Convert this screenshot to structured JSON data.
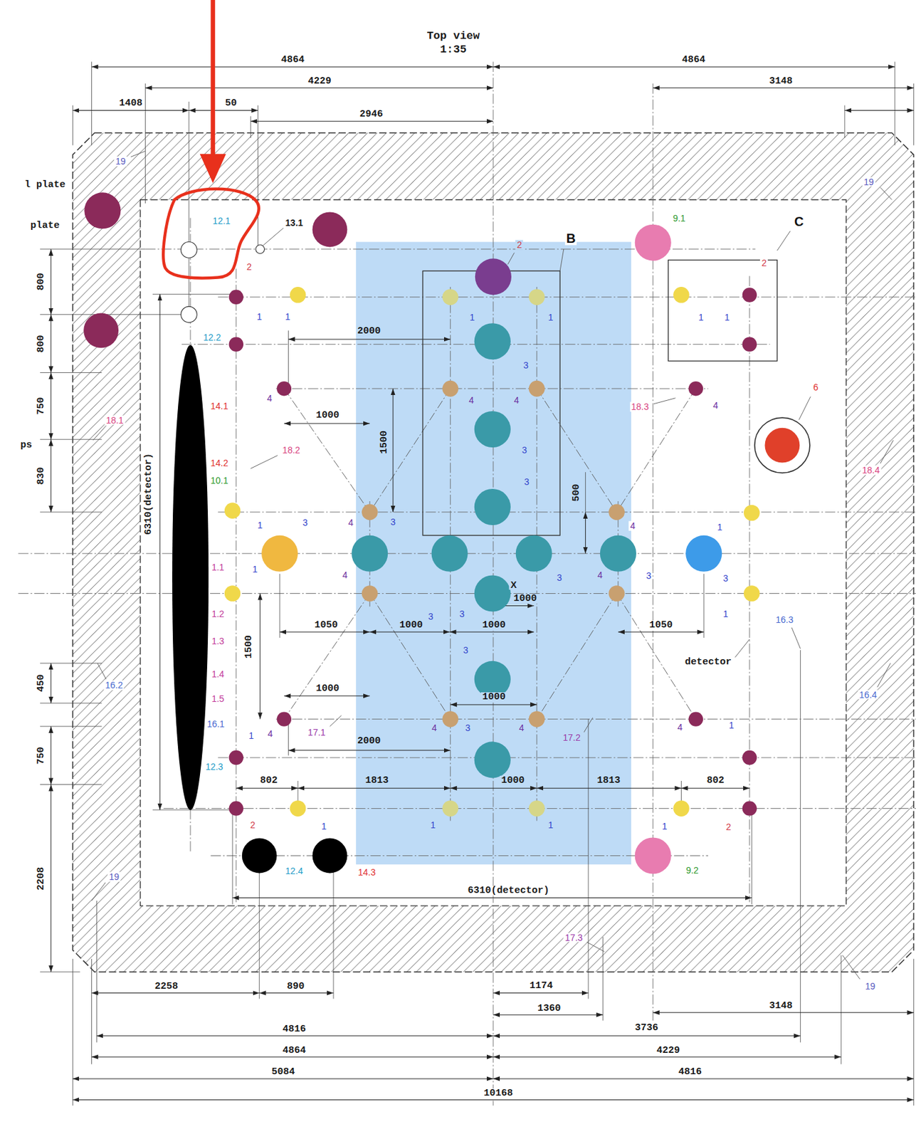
{
  "diagram": {
    "title": "Top view 1:35",
    "labels": [
      "4864",
      "4864",
      "4229",
      "3148",
      "1408",
      "50",
      "2946",
      "19",
      "l plate",
      "plate",
      "12.1",
      "13.1",
      "9.1",
      "C",
      "B",
      "2",
      "2",
      "2",
      "1",
      "1",
      "1",
      "1",
      "1",
      "1",
      "12.2",
      "2000",
      "3",
      "3",
      "3",
      "4",
      "4",
      "4",
      "4",
      "6",
      "18.3",
      "18.1",
      "14.1",
      "1000",
      "1500",
      "18.2",
      "18.4",
      "14.2",
      "10.1",
      "500",
      "1",
      "3",
      "4",
      "3",
      "4",
      "1",
      "1.1",
      "1",
      "4",
      "3",
      "X",
      "1000",
      "4",
      "3",
      "3",
      "3",
      "3",
      "1",
      "1.2",
      "1050",
      "1000",
      "1000",
      "1050",
      "16.3",
      "1.3",
      "1500",
      "3",
      "detector",
      "1.4",
      "16.2",
      "450",
      "16.4",
      "1000",
      "1000",
      "1.5",
      "16.1",
      "1",
      "4",
      "17.1",
      "4",
      "3",
      "4",
      "4",
      "1",
      "17.2",
      "2000",
      "12.3",
      "802",
      "1813",
      "1000",
      "1813",
      "802",
      "2",
      "1",
      "1",
      "1",
      "1",
      "2",
      "12.4",
      "14.3",
      "9.2",
      "19",
      "6310(detector)",
      "6310(detector)",
      "800",
      "800",
      "750",
      "830",
      "750",
      "2208",
      "17.3",
      "19",
      "19",
      "2258",
      "890",
      "1174",
      "1360",
      "3148",
      "4816",
      "3736",
      "4864",
      "4229",
      "5084",
      "4816",
      "10168",
      "ps"
    ]
  }
}
